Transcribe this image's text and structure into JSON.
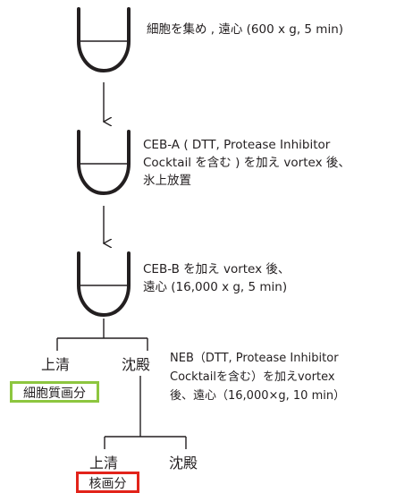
{
  "steps": [
    {
      "line1": "細胞を集め , 遠心 (600 x g, 5 min)"
    },
    {
      "line1": "CEB-A ( DTT, Protease Inhibitor",
      "line2": "Cocktail を含む ) を加え vortex 後、",
      "line3": "氷上放置"
    },
    {
      "line1": "CEB-B を加え vortex 後、",
      "line2": "遠心 (16,000 x g, 5 min)"
    }
  ],
  "split1": {
    "left": "上清",
    "right": "沈殿",
    "left_result": "細胞質画分",
    "left_result_color": "#8dc63f",
    "note": {
      "line1": "NEB（DTT,  Protease  Inhibitor",
      "line2": "Cocktailを含む）を加えvortex",
      "line3": "後、遠心（16,000×g, 10 min）"
    }
  },
  "split2": {
    "left": "上清",
    "right": "沈殿",
    "left_result": "核画分",
    "left_result_color": "#e2231a"
  }
}
